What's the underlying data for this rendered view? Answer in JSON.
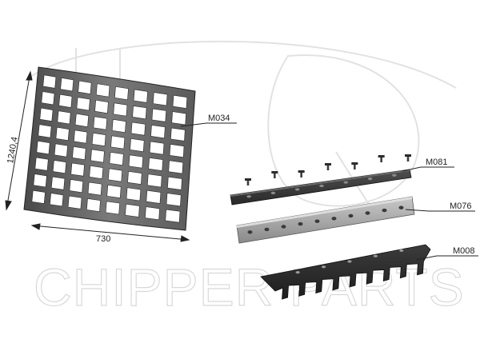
{
  "watermark": {
    "text": "CHIPPER PARTS",
    "color": "#d9d9d9"
  },
  "dimensions": {
    "height_label": "1240,4",
    "width_label": "730"
  },
  "parts": [
    {
      "code": "M034"
    },
    {
      "code": "M081"
    },
    {
      "code": "M076"
    },
    {
      "code": "M008"
    }
  ],
  "colors": {
    "part_dark": "#3a3a3a",
    "part_mid": "#6e6e6e",
    "part_light": "#a8a8a8",
    "line": "#222222"
  }
}
